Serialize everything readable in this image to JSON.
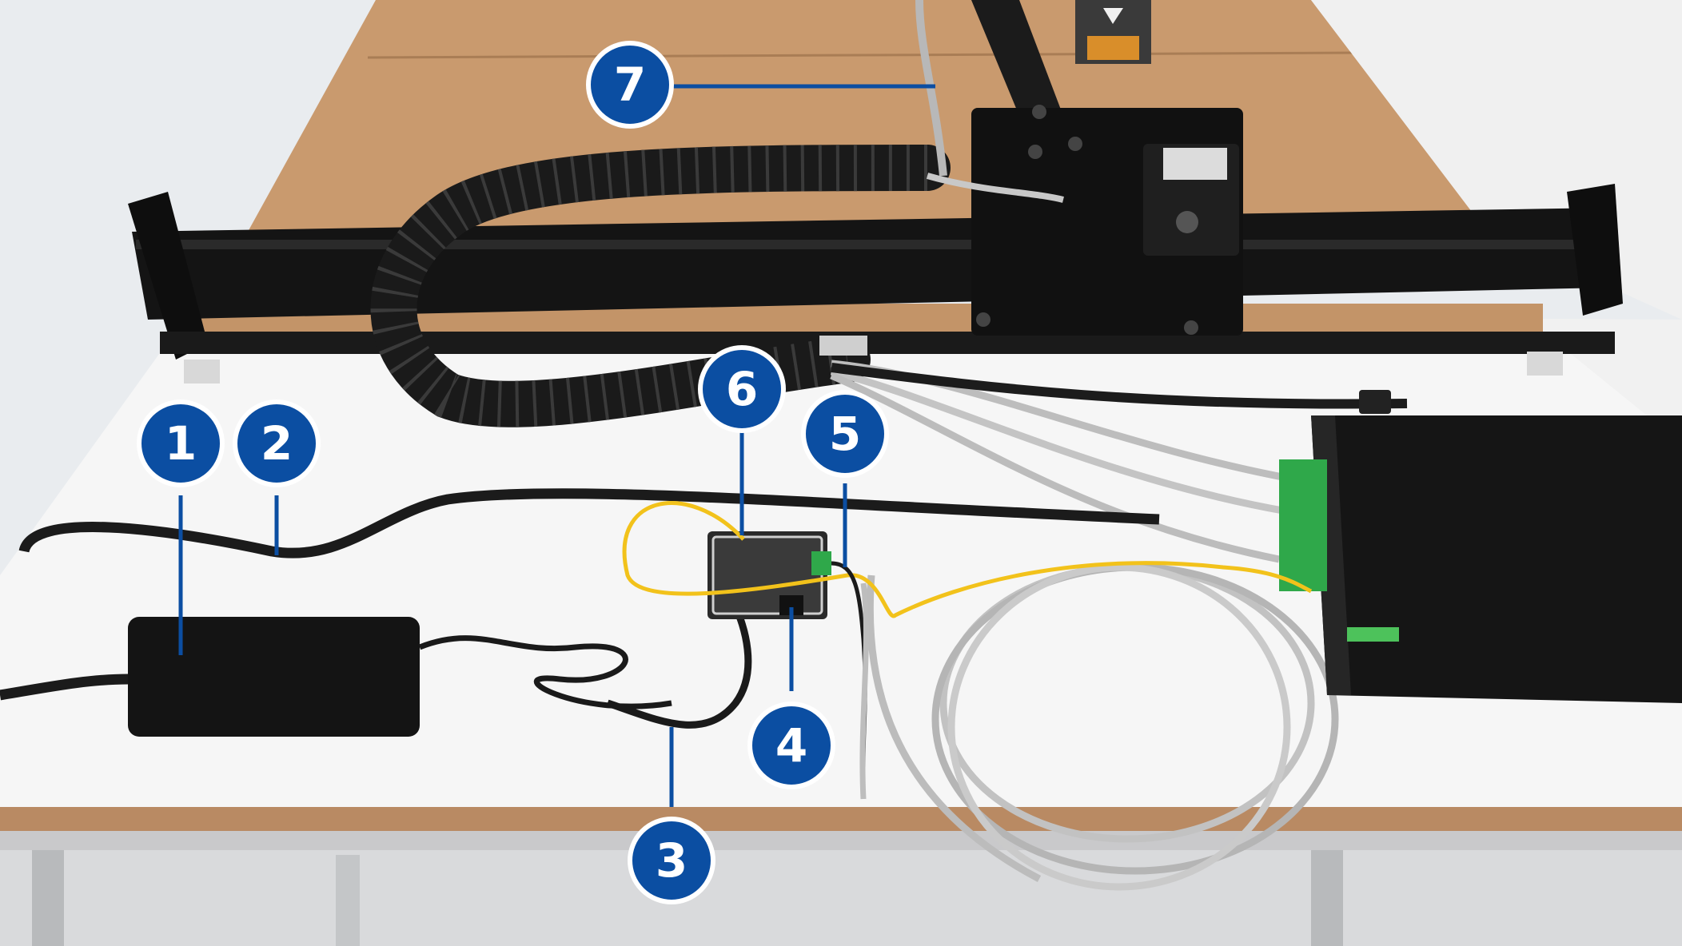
{
  "callouts": [
    {
      "number": "1"
    },
    {
      "number": "2"
    },
    {
      "number": "3"
    },
    {
      "number": "4"
    },
    {
      "number": "5"
    },
    {
      "number": "6"
    },
    {
      "number": "7"
    }
  ],
  "colors": {
    "callout_fill": "#0b4ea2",
    "callout_border": "#ffffff",
    "wasteboard": "#c99a6e",
    "frame": "#111111",
    "table_top": "#f4f4f4",
    "terminal_green": "#2fa84a",
    "wire_yellow": "#f2c21b"
  }
}
